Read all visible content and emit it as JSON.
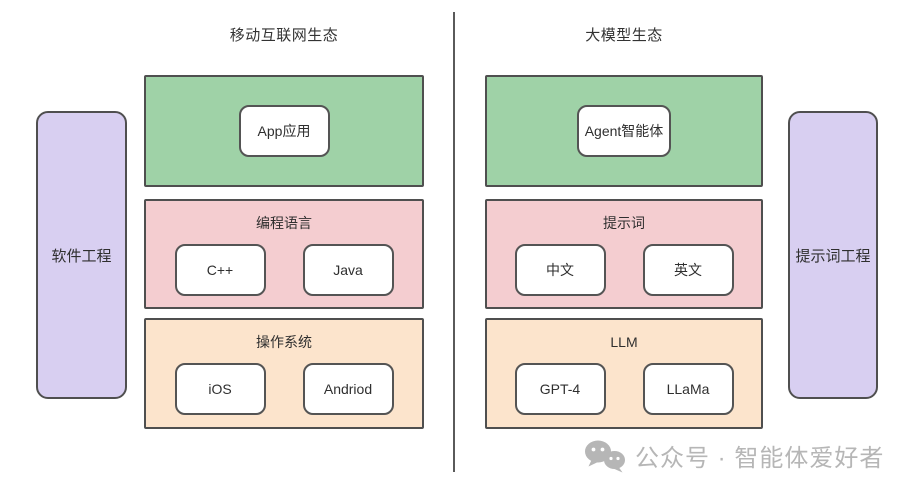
{
  "palette": {
    "green": "#9fd2a7",
    "pink": "#f4cdd0",
    "orange": "#fce4cc",
    "purple": "#d8cff1",
    "border": "#4f4f4f",
    "watermark_gray": "#b6b6b6"
  },
  "left": {
    "title": "移动互联网生态",
    "sidebar": "软件工程",
    "app_layer": {
      "chip": "App应用"
    },
    "lang_layer": {
      "label": "编程语言",
      "chips": [
        "C++",
        "Java"
      ]
    },
    "os_layer": {
      "label": "操作系统",
      "chips": [
        "iOS",
        "Andriod"
      ]
    }
  },
  "right": {
    "title": "大模型生态",
    "sidebar": "提示词工程",
    "app_layer": {
      "chip": "Agent智能体"
    },
    "lang_layer": {
      "label": "提示词",
      "chips": [
        "中文",
        "英文"
      ]
    },
    "os_layer": {
      "label": "LLM",
      "chips": [
        "GPT-4",
        "LLaMa"
      ]
    }
  },
  "watermark": {
    "icon": "wechat-icon",
    "text": "公众号 · 智能体爱好者"
  }
}
